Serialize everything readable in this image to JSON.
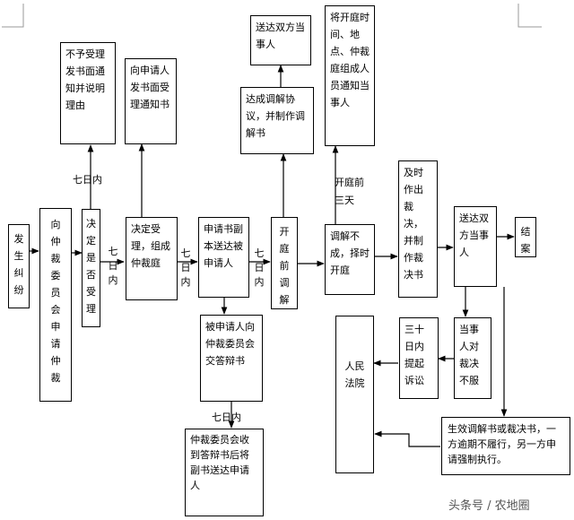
{
  "nodes": {
    "dispute": "发生纠纷",
    "apply": "向仲裁委员会申请仲裁",
    "decide_accept": "决定是否受理",
    "not_accept": "不予受理发书面通知并说明理由",
    "accept": "决定受理，组成仲裁庭",
    "notify_applicant": "向申请人发书面受理通知书",
    "send_copy": "申请书副本送达被申请人",
    "defense": "被申请人向仲裁委员会交答辩书",
    "defense_copy": "仲裁委员会收到答辩书后将副书送达申请人",
    "mediation": "开庭前调解",
    "agreement": "达成调解协议，并制作调解书",
    "deliver_both_1": "送达双方当事人",
    "no_agreement": "调解不成，择时开庭",
    "notify_hearing": "将开庭时间、地点、仲裁庭组成人员通知当事人",
    "award": "及时作出裁决，并制作裁决书",
    "deliver_both_2": "送达双方当事人",
    "closed": "结案",
    "dissatisfied": "当事人对裁决不服",
    "lawsuit": "三十日内提起诉讼",
    "court": "人民法院",
    "enforce": "生效调解书或裁决书，一方逾期不履行，另一方申请强制执行。"
  },
  "labels": {
    "seven_days_up": "七日内",
    "seven_days_a": "七日内",
    "seven_days_b": "七日内",
    "seven_days_c": "七日内",
    "seven_days_defense": "七日内",
    "three_days_before": "开庭前三天"
  },
  "watermark": "头条号 / 农地圈"
}
